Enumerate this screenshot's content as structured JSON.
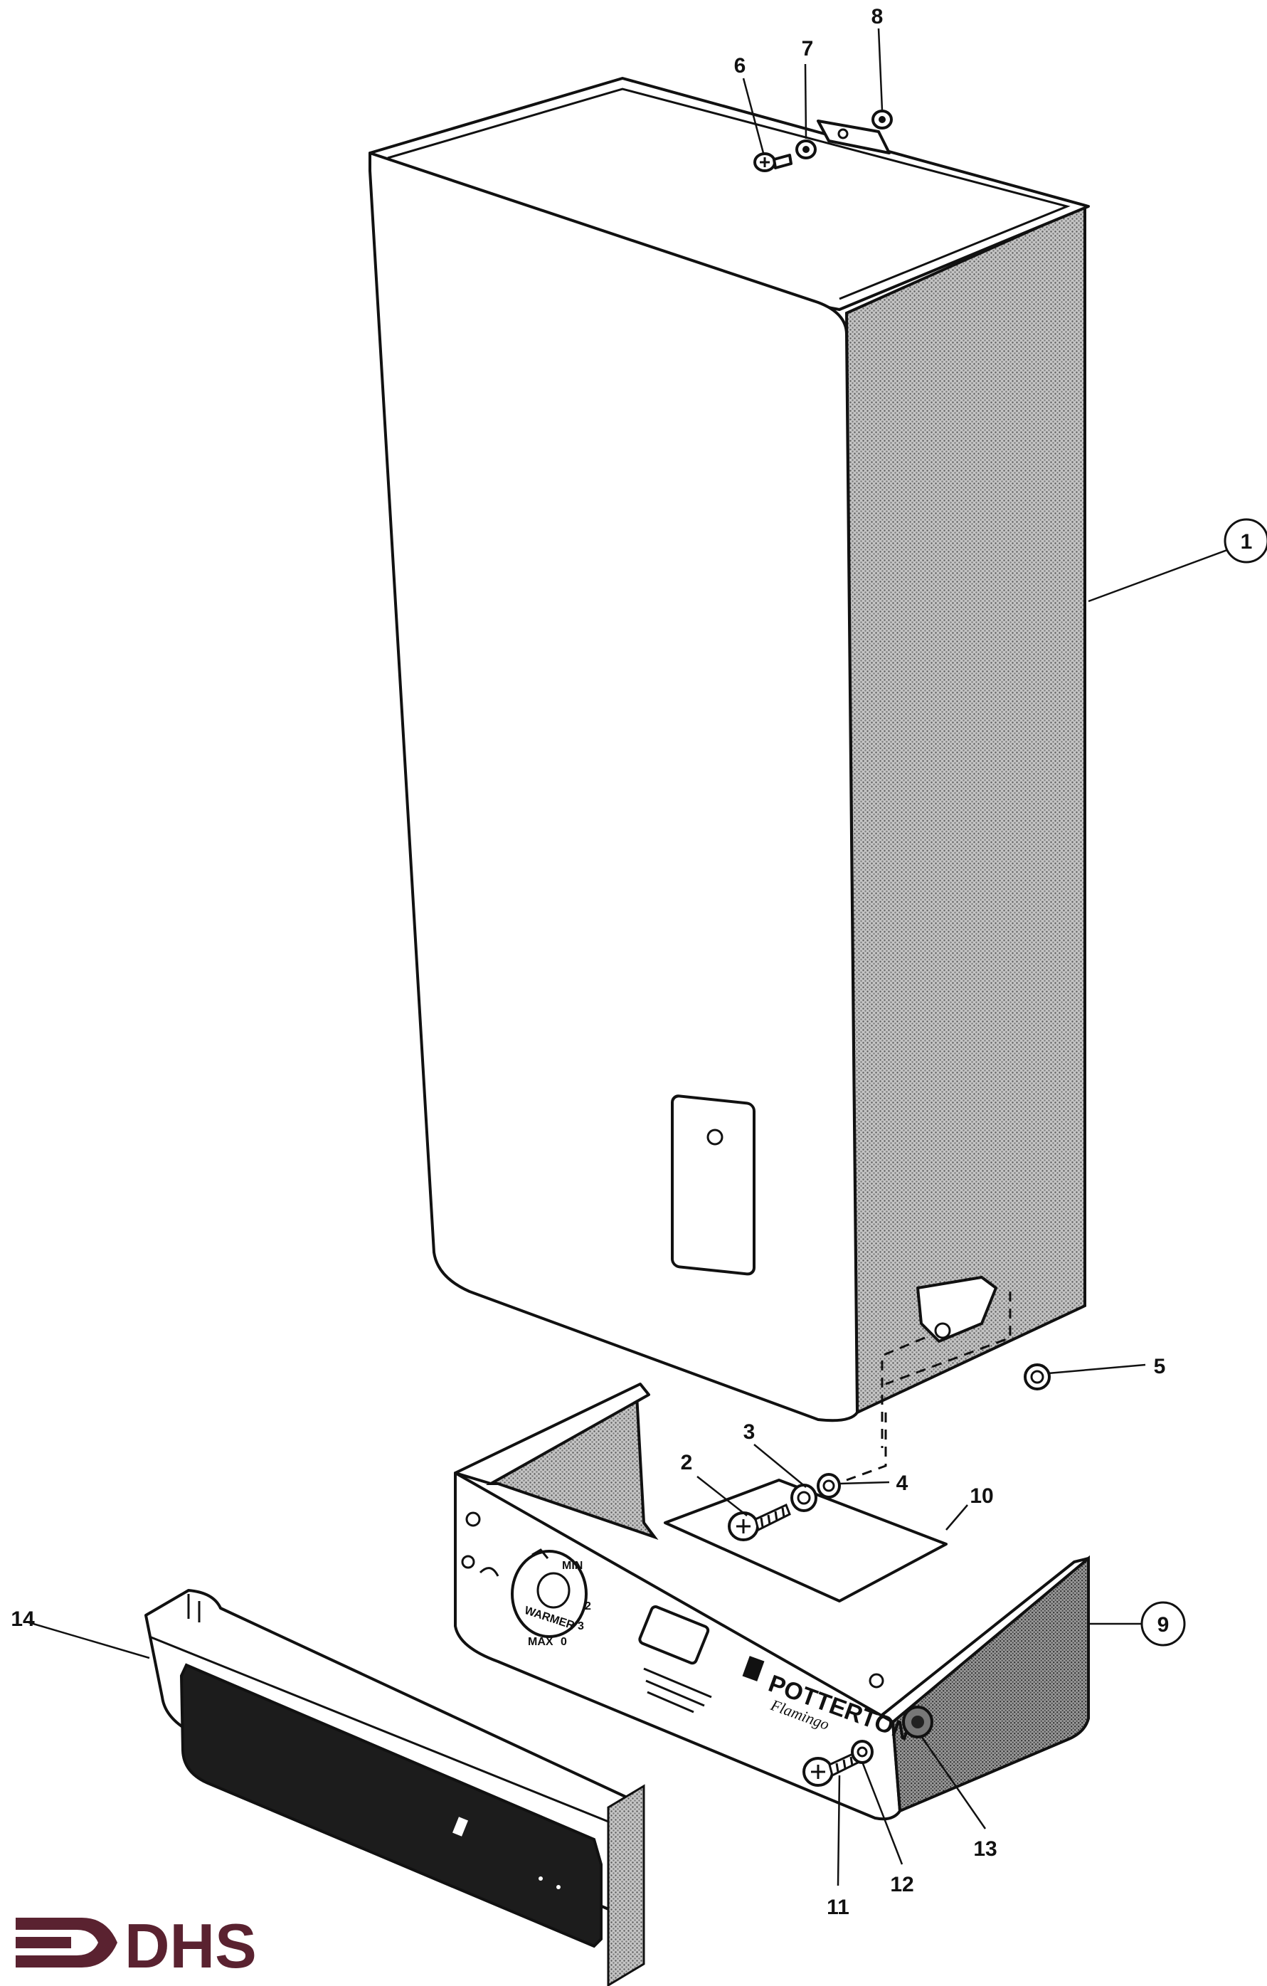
{
  "callouts": [
    {
      "id": "c1",
      "text": "1",
      "circled": true
    },
    {
      "id": "c2",
      "text": "2",
      "circled": false
    },
    {
      "id": "c3",
      "text": "3",
      "circled": false
    },
    {
      "id": "c4",
      "text": "4",
      "circled": false
    },
    {
      "id": "c5",
      "text": "5",
      "circled": false
    },
    {
      "id": "c6",
      "text": "6",
      "circled": false
    },
    {
      "id": "c7",
      "text": "7",
      "circled": false
    },
    {
      "id": "c8",
      "text": "8",
      "circled": false
    },
    {
      "id": "c9",
      "text": "9",
      "circled": true
    },
    {
      "id": "c10",
      "text": "10",
      "circled": false
    },
    {
      "id": "c11",
      "text": "11",
      "circled": false
    },
    {
      "id": "c12",
      "text": "12",
      "circled": false
    },
    {
      "id": "c13",
      "text": "13",
      "circled": false
    },
    {
      "id": "c14",
      "text": "14",
      "circled": false
    }
  ],
  "control_panel": {
    "brand": "POTTERTON",
    "model": "Flamingo",
    "dial_min": "MIN",
    "dial_max": "MAX",
    "dial_word": "WARMER",
    "dial_num_2": "2",
    "dial_num_3": "3",
    "dial_num_0": "0"
  },
  "logo": {
    "text": "DHS",
    "color": "#5a2230"
  },
  "colors": {
    "line": "#111111",
    "shade": "#9a9a9a",
    "dark_panel": "#1c1c1c"
  }
}
